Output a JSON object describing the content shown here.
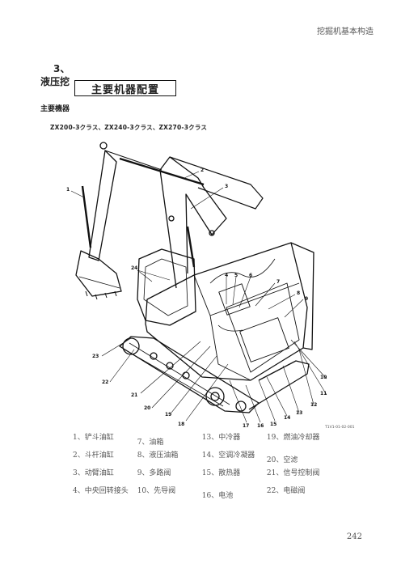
{
  "header": {
    "running_title": "挖掘机基本构造"
  },
  "section": {
    "number": "3、",
    "title": "液压挖",
    "boxed_title": "主要机器配置",
    "subhead": "主要機器",
    "models": "ZX200-3クラス、ZX240-3クラス、ZX270-3クラス"
  },
  "figure": {
    "code": "T1V1-01-02-001",
    "callouts": [
      "1",
      "2",
      "3",
      "4",
      "5",
      "6",
      "7",
      "8",
      "9",
      "10",
      "11",
      "12",
      "13",
      "14",
      "15",
      "16",
      "17",
      "18",
      "19",
      "20",
      "21",
      "22",
      "23",
      "24"
    ]
  },
  "parts": [
    [
      "1、铲斗油缸",
      "7、油箱",
      "13、中冷器",
      "19、燃油冷却器"
    ],
    [
      "2、斗杆油缸",
      "8、液压油箱",
      "14、空调冷凝器",
      "20、空滤"
    ],
    [
      "3、动臂油缸",
      "9、多路阀",
      "15、散热器",
      "21、信号控制阀"
    ],
    [
      "4、中央回转接头",
      "10、先导阀",
      "16、电池",
      "22、电磁阀"
    ]
  ],
  "page_number": "242"
}
